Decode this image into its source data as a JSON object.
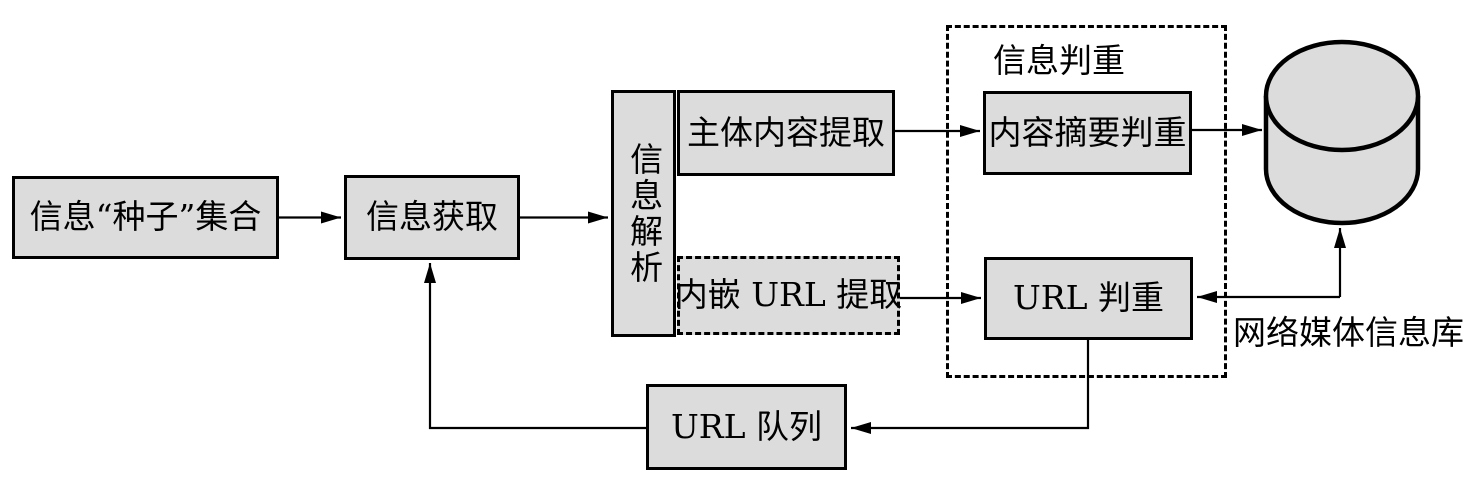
{
  "diagram": {
    "colors": {
      "background": "#ffffff",
      "node_fill": "#dcdcdc",
      "line": "#000000"
    },
    "nodes": {
      "seed_set": "信息“种子”集合",
      "info_fetch": "信息获取",
      "info_parse": "信息解析",
      "main_content_extract": "主体内容提取",
      "embedded_url_extract": "内嵌 URL 提取",
      "info_dedup_group": "信息判重",
      "content_digest_dedup": "内容摘要判重",
      "url_dedup": "URL 判重",
      "url_queue": "URL 队列",
      "web_media_db": "网络媒体信息库"
    },
    "edges": [
      {
        "from": "seed_set",
        "to": "info_fetch"
      },
      {
        "from": "info_fetch",
        "to": "info_parse"
      },
      {
        "from": "main_content_extract",
        "to": "content_digest_dedup"
      },
      {
        "from": "content_digest_dedup",
        "to": "web_media_db"
      },
      {
        "from": "embedded_url_extract",
        "to": "url_dedup"
      },
      {
        "from": "web_media_db",
        "to": "url_dedup",
        "note": "double-headed elbow connector"
      },
      {
        "from": "url_dedup",
        "to": "url_queue"
      },
      {
        "from": "url_queue",
        "to": "info_fetch"
      }
    ]
  }
}
